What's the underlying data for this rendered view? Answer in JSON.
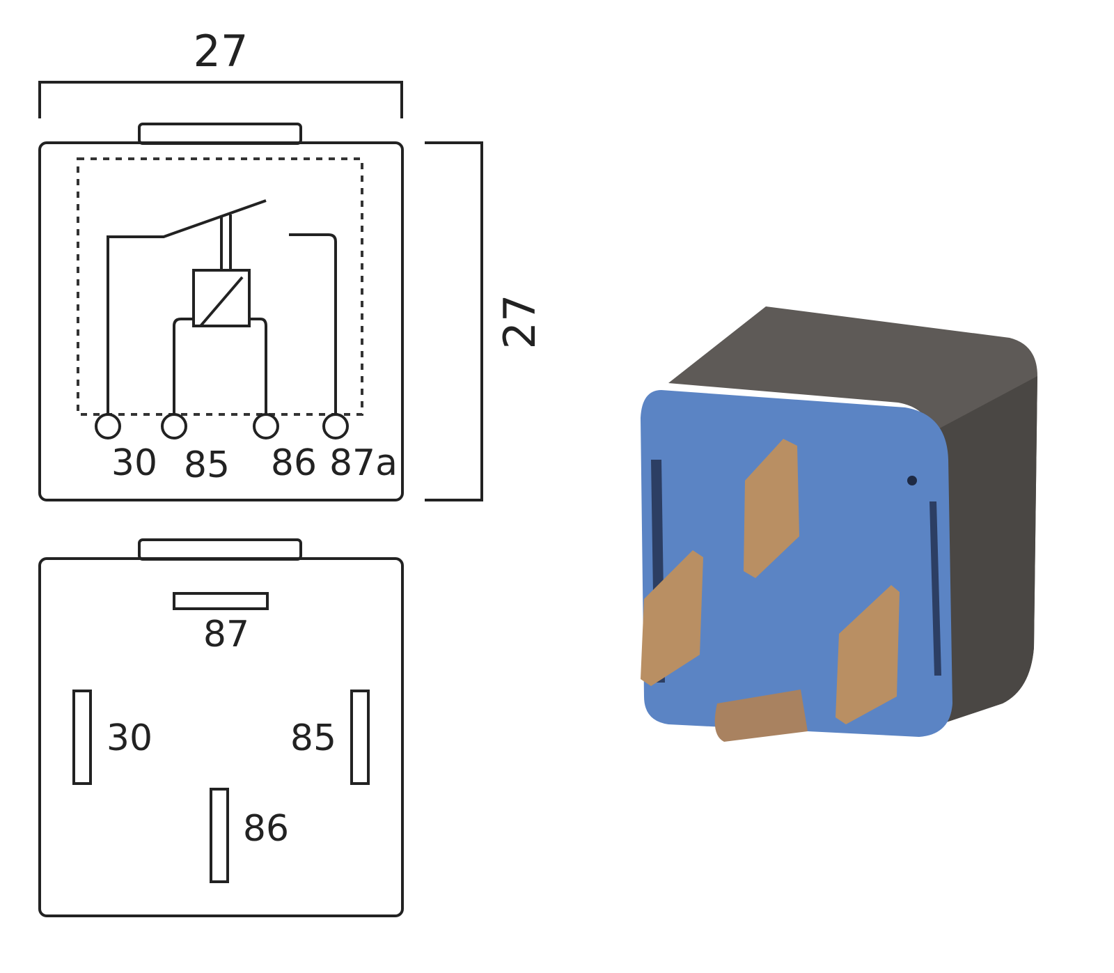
{
  "dimensions": {
    "width_label": "27",
    "height_label": "27"
  },
  "schematic": {
    "terminals": [
      {
        "label": "30"
      },
      {
        "label": "85"
      },
      {
        "label": "86"
      },
      {
        "label": "87a"
      }
    ]
  },
  "pinout": {
    "pins": [
      {
        "label": "87"
      },
      {
        "label": "30"
      },
      {
        "label": "85"
      },
      {
        "label": "86"
      }
    ]
  },
  "colors": {
    "line": "#222222",
    "relay_body": "#5e5a57",
    "relay_base": "#5b84c4",
    "terminal": "#b98f63"
  }
}
